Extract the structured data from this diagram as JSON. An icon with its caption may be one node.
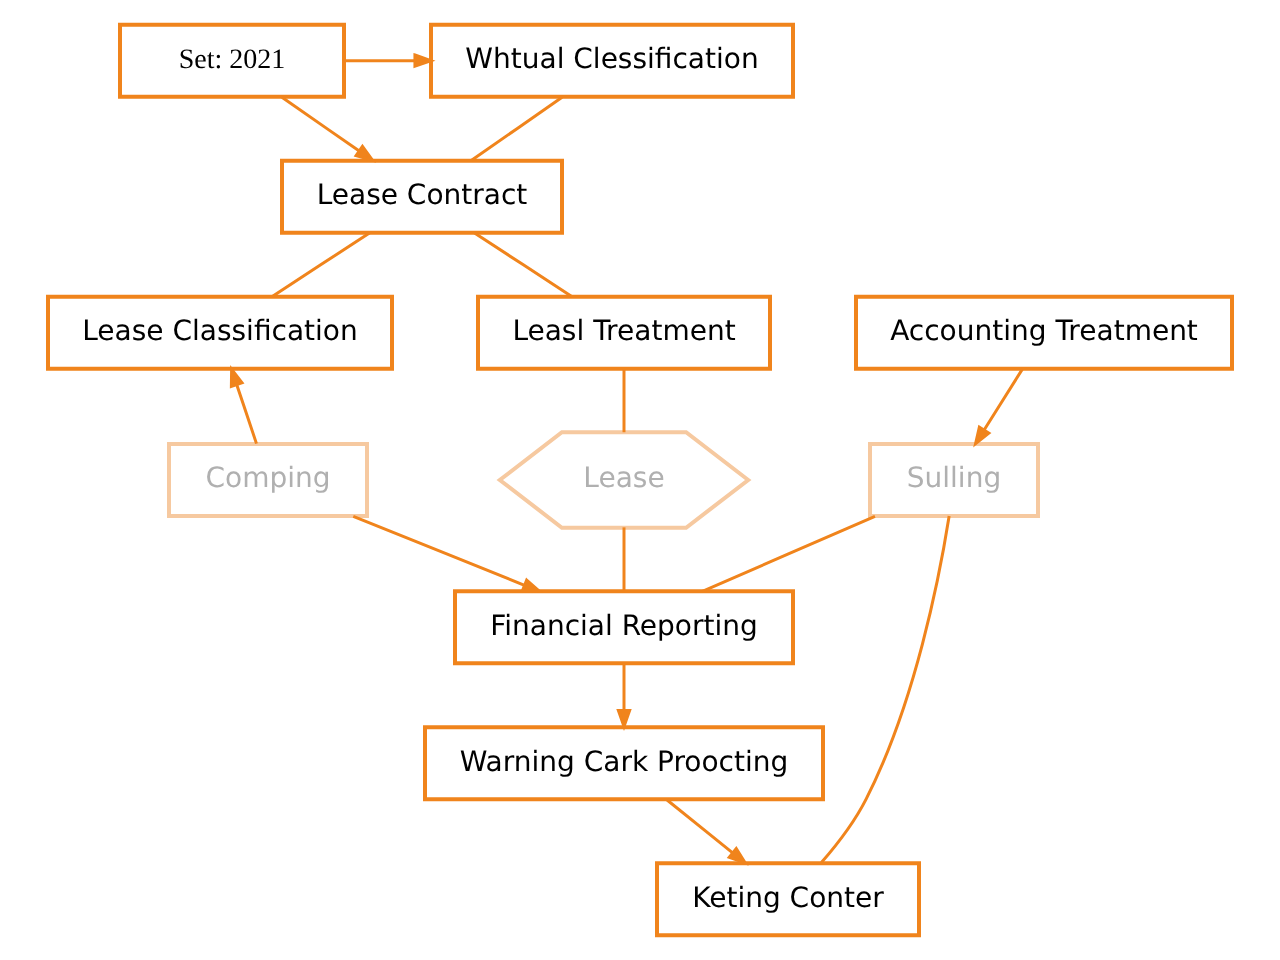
{
  "diagram": {
    "nodes": [
      {
        "text": [
          "Set: 2021"
        ]
      },
      {
        "text": [
          "Whtual Clessification"
        ]
      },
      {
        "text": [
          "Lease Contract"
        ]
      },
      {
        "text": [
          "Lease Classification"
        ]
      },
      {
        "text": [
          "Leasl Treatment"
        ]
      },
      {
        "text": [
          "Accounting Treatment"
        ]
      },
      {
        "text": [
          "Comping"
        ]
      },
      {
        "text": [
          "Lease"
        ]
      },
      {
        "text": [
          "Sulling"
        ]
      },
      {
        "text": [
          "Financial Reporting"
        ]
      },
      {
        "text": [
          "Warning Cark Proocting"
        ]
      },
      {
        "text": [
          "Keting Conter"
        ]
      }
    ],
    "edges": [
      {
        "from": 0,
        "to": 1,
        "arrow": "to"
      },
      {
        "from": 0,
        "to": 2,
        "arrow": "to"
      },
      {
        "from": 1,
        "to": 2,
        "arrow": "none"
      },
      {
        "from": 2,
        "to": 3,
        "arrow": "none"
      },
      {
        "from": 2,
        "to": 4,
        "arrow": "none"
      },
      {
        "from": 5,
        "to": 8,
        "arrow": "to"
      },
      {
        "from": 6,
        "to": 3,
        "arrow": "to"
      },
      {
        "from": 4,
        "to": 7,
        "arrow": "none"
      },
      {
        "from": 7,
        "to": 9,
        "arrow": "none"
      },
      {
        "from": 6,
        "to": 9,
        "arrow": "to"
      },
      {
        "from": 8,
        "to": 9,
        "arrow": "none"
      },
      {
        "from": 8,
        "to": 11,
        "arrow": "none"
      },
      {
        "from": 9,
        "to": 10,
        "arrow": "to"
      },
      {
        "from": 10,
        "to": 11,
        "arrow": "to"
      }
    ]
  }
}
